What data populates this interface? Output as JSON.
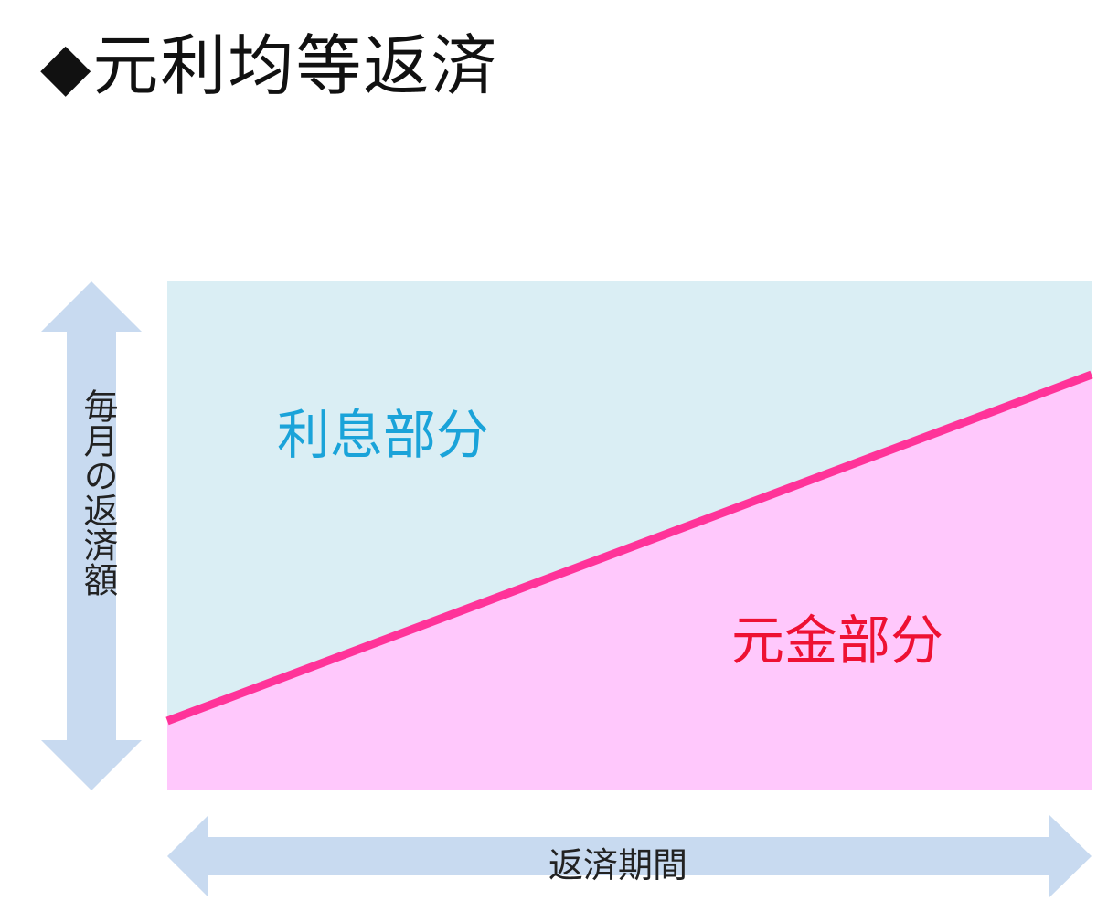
{
  "title": "◆元利均等返済",
  "regions": {
    "interest_label": "利息部分",
    "principal_label": "元金部分"
  },
  "axes": {
    "y_label": "毎月の返済額",
    "x_label": "返済期間"
  },
  "colors": {
    "interest_area": "#daeef4",
    "principal_area": "#ffc8fc",
    "boundary_line": "#ff3399",
    "arrow": "#c8daf0",
    "interest_text": "#1aa3d9",
    "principal_text": "#ee1133"
  }
}
